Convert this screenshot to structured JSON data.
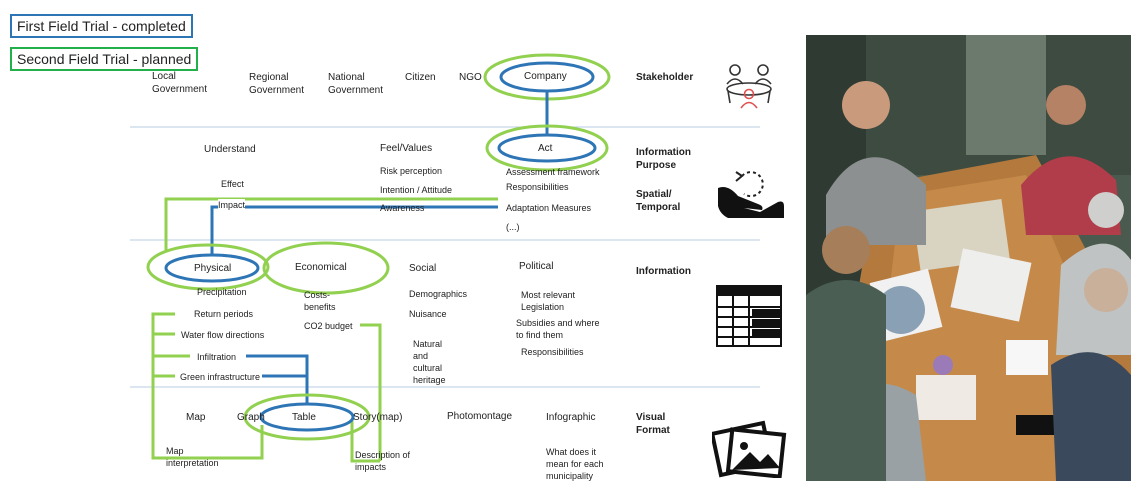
{
  "legend": {
    "completed": "First Field Trial - completed",
    "planned": "Second Field Trial - planned"
  },
  "colors": {
    "completed": "#2e75b6",
    "planned": "#92d050",
    "divider": "#b8cde0"
  },
  "rows": {
    "stakeholder": {
      "header": "Stakeholder",
      "items": [
        "Local Government",
        "Regional Government",
        "National Government",
        "Citizen",
        "NGO",
        "Company"
      ]
    },
    "purpose": {
      "header": "Information Purpose",
      "header2": "Spatial/ Temporal",
      "understand": "Understand",
      "effect": "Effect",
      "impact": "Impact",
      "feel": "Feel/Values",
      "feel_items": [
        "Risk perception",
        "Intention / Attitude",
        "Awareness"
      ],
      "act": "Act",
      "act_items": [
        "Assessment framework",
        "Responsibilities",
        "Adaptation Measures",
        "(...)"
      ]
    },
    "information": {
      "header": "Information",
      "physical": "Physical",
      "physical_items": [
        "Precipitation",
        "Return periods",
        "Water flow directions",
        "Infiltration",
        "Green infrastructure"
      ],
      "economical": "Economical",
      "economical_items": [
        "Costs-benefits",
        "CO2 budget"
      ],
      "social": "Social",
      "social_items": [
        "Demographics",
        "Nuisance",
        "Natural and cultural heritage"
      ],
      "political": "Political",
      "political_items": [
        "Most relevant Legislation",
        "Subsidies and where to find them",
        "Responsibilities"
      ]
    },
    "visual": {
      "header": "Visual Format",
      "items": [
        "Map",
        "Graph",
        "Table",
        "Story(map)",
        "Photomontage",
        "Infographic"
      ],
      "map_sub": "Map interpretation",
      "story_sub": "Description of impacts",
      "info_sub": "What does it mean for each municipality"
    }
  },
  "icons": [
    "stakeholder-people-icon",
    "hand-cycle-icon",
    "table-grid-icon",
    "pictures-icon"
  ]
}
